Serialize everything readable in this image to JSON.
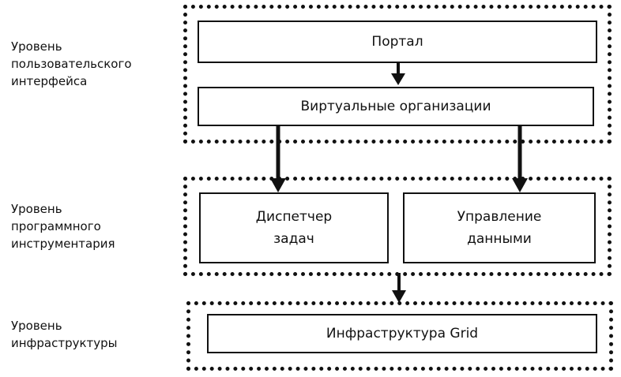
{
  "levels": {
    "ui": "Уровень\nпользовательского\nинтерфейса",
    "middleware": "Уровень\nпрограммного\nинструментария",
    "infrastructure": "Уровень\nинфраструктуры"
  },
  "boxes": {
    "portal": "Портал",
    "virtual_orgs": "Виртуальные организации",
    "task_dispatcher": "Диспетчер\nзадач",
    "data_management": "Управление\nданными",
    "grid_infrastructure": "Инфраструктура Grid"
  }
}
